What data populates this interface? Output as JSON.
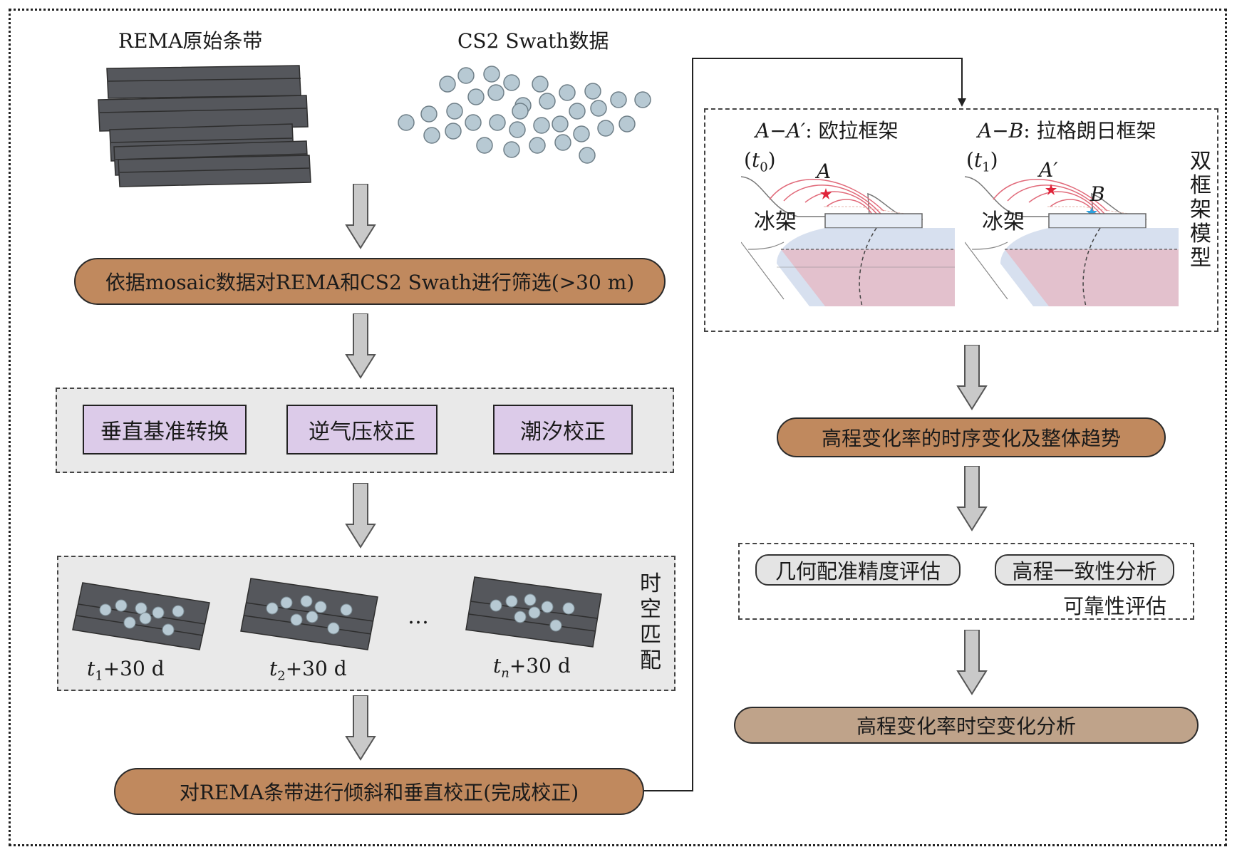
{
  "header": {
    "rema_strips": "REMA原始条带",
    "cs2_swath": "CS2 Swath数据"
  },
  "left_flow": {
    "step1": "依据mosaic数据对REMA和CS2 Swath进行筛选(>30 m)",
    "corrections": [
      "垂直基准转换",
      "逆气压校正",
      "潮汐校正"
    ],
    "time_matching_label": "时空匹配",
    "time_labels": [
      {
        "t": "t",
        "sub": "1",
        "suffix": "+30 d"
      },
      {
        "t": "t",
        "sub": "2",
        "suffix": "+30 d"
      },
      {
        "t": "t",
        "sub": "n",
        "suffix": "+30 d"
      }
    ],
    "ellipsis": "…",
    "step_final": "对REMA条带进行倾斜和垂直校正(完成校正)"
  },
  "right_flow": {
    "euler_title_it": "A−A′",
    "euler_title_rest": ": 欧拉框架",
    "lagrange_title_it": "A−B",
    "lagrange_title_rest": ": 拉格朗日框架",
    "t0_label": "(t0)",
    "t1_label": "(t1)",
    "t0_open": "(",
    "t0_t": "t",
    "t0_sub": "0",
    "t1_sub": "1",
    "close": ")",
    "point_a": "A",
    "point_a_prime": "A′",
    "point_b": "B",
    "ice_shelf": "冰架",
    "dual_frame_model": "双框架模型",
    "trend_step": "高程变化率的时序变化及整体趋势",
    "eval_items": [
      "几何配准精度评估",
      "高程一致性分析"
    ],
    "reliability_label": "可靠性评估",
    "final_step": "高程变化率时空变化分析"
  },
  "colors": {
    "brown_pill": "#c0895e",
    "taupe_pill": "#bfa38a",
    "purple_box": "#dccbe9",
    "strip_grey": "#55575c",
    "dot_blue": "#b7c9d3",
    "arrow_grey": "#c9c9c9"
  }
}
